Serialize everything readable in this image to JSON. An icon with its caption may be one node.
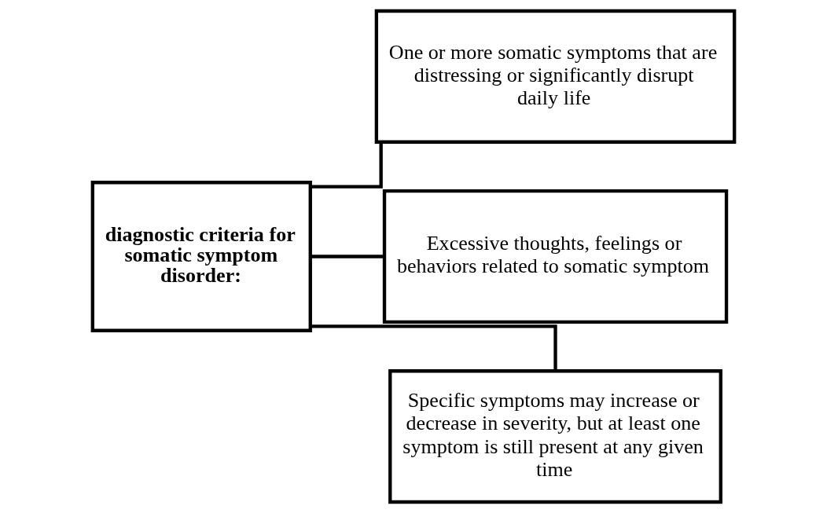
{
  "diagram": {
    "nodes": [
      {
        "text": [
          "diagnostic criteria for somatic symptom disorder:"
        ]
      },
      {
        "text": [
          "One or more somatic symptoms that are distressing or significantly disrupt daily life"
        ]
      },
      {
        "text": [
          "Excessive thoughts, feelings or behaviors related to somatic symptom"
        ]
      },
      {
        "text": [
          "Specific symptoms may increase or decrease in severity, but at least one symptom is still present at any given time"
        ]
      }
    ],
    "edges": [
      {
        "from": 0,
        "to": 1,
        "arrow": "none"
      },
      {
        "from": 0,
        "to": 2,
        "arrow": "none"
      },
      {
        "from": 0,
        "to": 3,
        "arrow": "none"
      }
    ]
  }
}
